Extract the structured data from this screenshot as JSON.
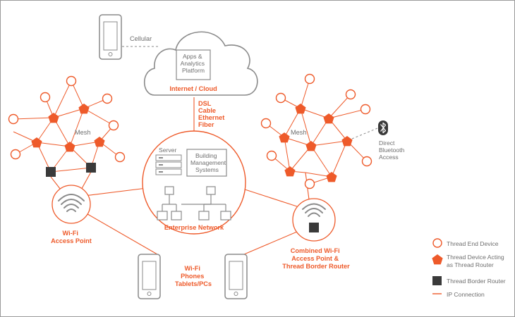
{
  "colors": {
    "accent": "#ee5a2a",
    "gray": "#8a8a8a",
    "dark": "#3a3a3a",
    "text_gray": "#6f6f6f"
  },
  "cellular_label": "Cellular",
  "cloud": {
    "box_lines": [
      "Apps &",
      "Analytics",
      "Platform"
    ],
    "caption": "Internet / Cloud"
  },
  "uplink_types": [
    "DSL",
    "Cable",
    "Ethernet",
    "Fiber"
  ],
  "mesh_left_label": "Mesh",
  "mesh_right_label": "Mesh",
  "server_label": "Server",
  "bms_lines": [
    "Building",
    "Management",
    "Systems"
  ],
  "enterprise_label": "Enterprise Network",
  "wifi_ap_lines": [
    "Wi-Fi",
    "Access Point"
  ],
  "combined_lines": [
    "Combined Wi-Fi",
    "Access Point &",
    "Thread Border Router"
  ],
  "devices_lines": [
    "Wi-Fi",
    "Phones",
    "Tablets/PCs"
  ],
  "bluetooth_lines": [
    "Direct",
    "Bluetooth",
    "Access"
  ],
  "legend": [
    {
      "icon": "circle",
      "label_lines": [
        "Thread End Device"
      ]
    },
    {
      "icon": "pentagon",
      "label_lines": [
        "Thread Device Acting",
        "as Thread Router"
      ]
    },
    {
      "icon": "square",
      "label_lines": [
        "Thread Border Router"
      ]
    },
    {
      "icon": "line",
      "label_lines": [
        "IP Connection"
      ]
    }
  ]
}
